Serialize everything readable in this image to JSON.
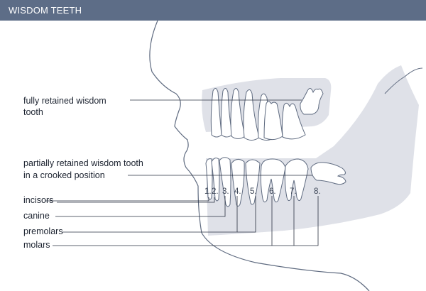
{
  "header": {
    "title": "WISDOM TEETH"
  },
  "colors": {
    "header_bg": "#5d6d87",
    "bone": "#dfe1e8",
    "outline": "#5f6b80",
    "text": "#1c2330"
  },
  "labels": {
    "fully_retained": [
      "fully retained wisdom",
      "tooth"
    ],
    "partially_retained": [
      "partially retained wisdom tooth",
      "in a crooked position"
    ],
    "incisors": "incisors",
    "canine": "canine",
    "premolars": "premolars",
    "molars": "molars"
  },
  "tooth_numbers": [
    "1.",
    "2.",
    "3.",
    "4.",
    "5.",
    "6.",
    "7.",
    "8."
  ]
}
